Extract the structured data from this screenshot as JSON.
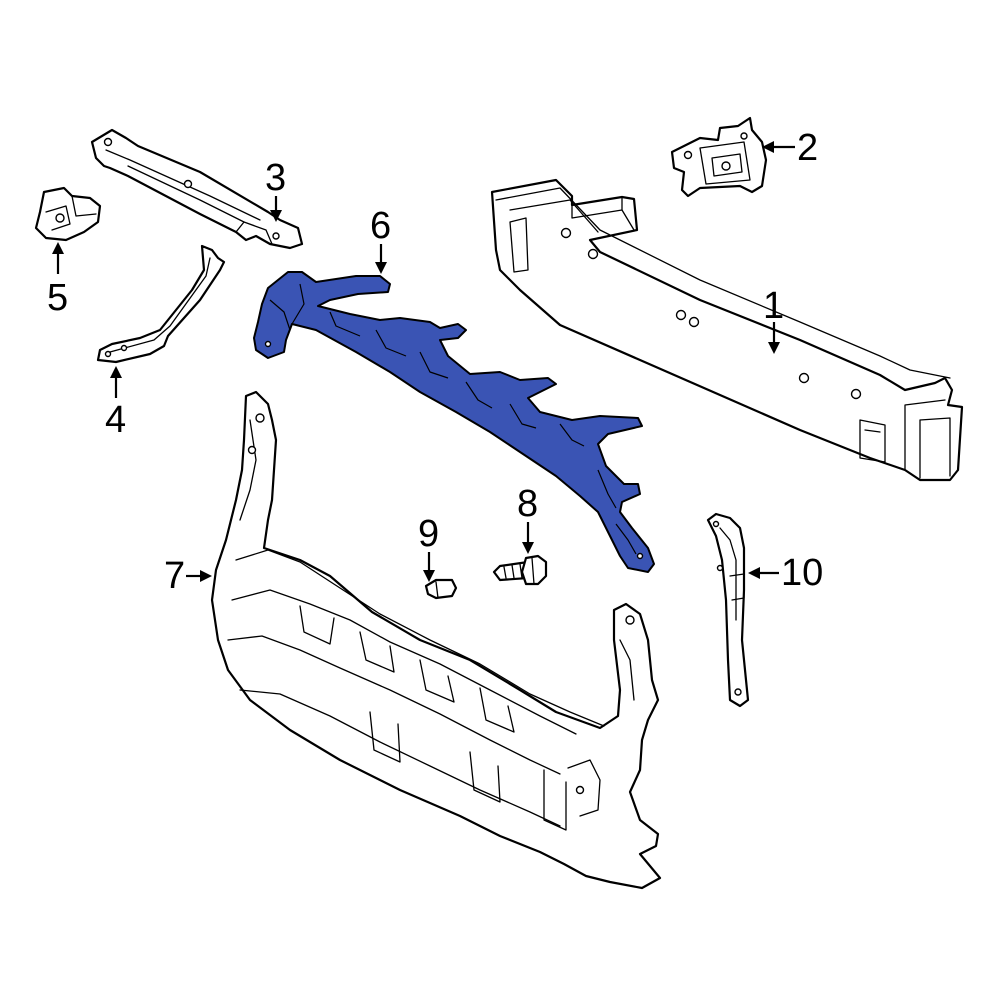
{
  "colors": {
    "highlight": "#3a54b4",
    "line": "#000000",
    "background": "#ffffff"
  },
  "callouts": {
    "c1": "1",
    "c2": "2",
    "c3": "3",
    "c4": "4",
    "c5": "5",
    "c6": "6",
    "c7": "7",
    "c8": "8",
    "c9": "9",
    "c10": "10"
  },
  "highlighted_part": "6"
}
